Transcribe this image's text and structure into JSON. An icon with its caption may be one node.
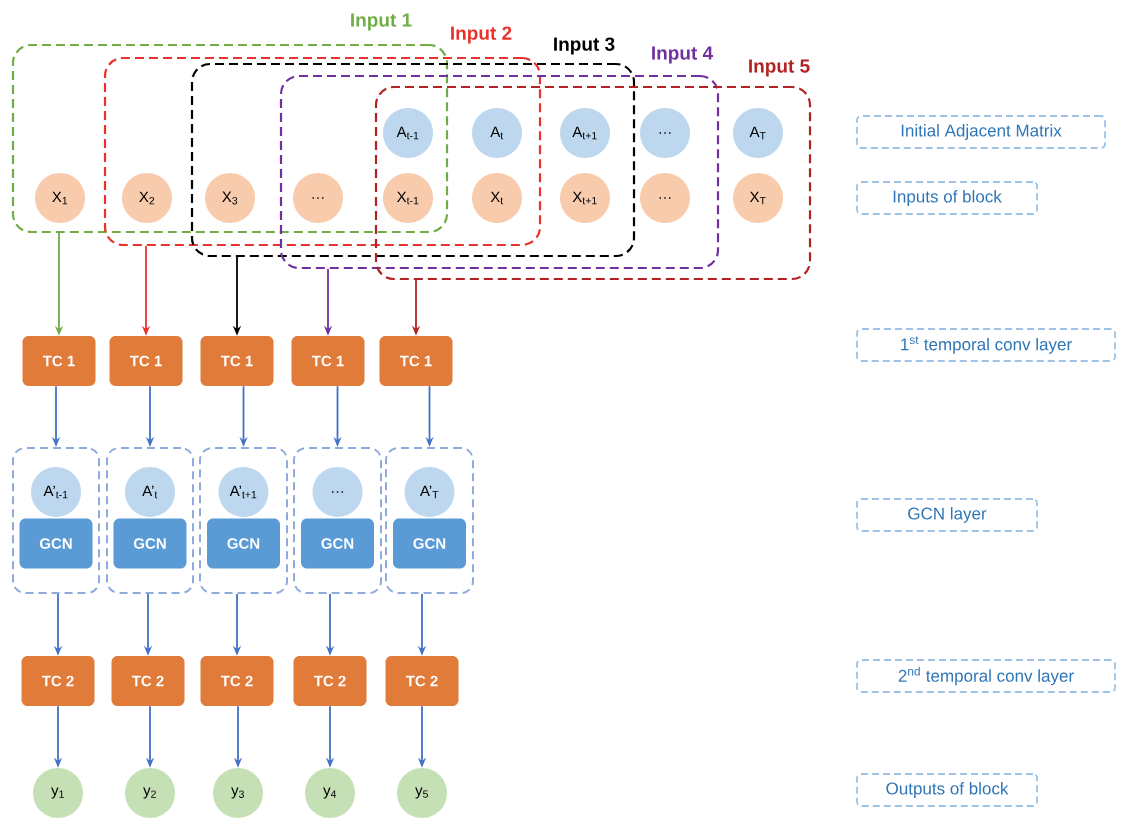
{
  "diagram": {
    "nodes": [
      {
        "text": [
          "Input 1"
        ]
      },
      {
        "text": [
          "Input 2"
        ]
      },
      {
        "text": [
          "Input 3"
        ]
      },
      {
        "text": [
          "Input 4"
        ]
      },
      {
        "text": [
          "Input 5"
        ]
      },
      {
        "text": [
          "A$_{t-1}$"
        ]
      },
      {
        "text": [
          "A$_{t}$"
        ]
      },
      {
        "text": [
          "A$_{t+1}$"
        ]
      },
      {
        "text": [
          "…"
        ]
      },
      {
        "text": [
          "A$_{T}$"
        ],
        "in": 4
      },
      {
        "text": [
          "X$_{1}$"
        ],
        "in": 0
      },
      {
        "text": [
          "X$_{2}$"
        ]
      },
      {
        "text": [
          "X$_{3}$"
        ]
      },
      {
        "text": [
          "…"
        ]
      },
      {
        "text": [
          "X$_{t-1}$"
        ]
      },
      {
        "text": [
          "X$_{t}$"
        ]
      },
      {
        "text": [
          "X$_{t+1}$"
        ]
      },
      {
        "text": [
          "…"
        ]
      },
      {
        "text": [
          "X$_{T}$"
        ],
        "in": 4
      },
      {
        "text": [
          "TC 1"
        ]
      },
      {
        "text": [
          "TC 1"
        ]
      },
      {
        "text": [
          "TC 1"
        ]
      },
      {
        "text": [
          "TC 1"
        ]
      },
      {
        "text": [
          "TC 1"
        ]
      },
      {
        "text": [],
        "shape": "box"
      },
      {
        "text": [
          "A’$_{t-1}$"
        ],
        "in": 24
      },
      {
        "text": [
          "GCN"
        ],
        "in": 24
      },
      {
        "text": [],
        "shape": "box"
      },
      {
        "text": [
          "A’$_{t}$"
        ],
        "in": 27
      },
      {
        "text": [
          "GCN"
        ],
        "in": 27
      },
      {
        "text": [],
        "shape": "box"
      },
      {
        "text": [
          "A’$_{t+1}$"
        ],
        "in": 30
      },
      {
        "text": [
          "GCN"
        ],
        "in": 30
      },
      {
        "text": [],
        "shape": "box"
      },
      {
        "text": [
          "…"
        ],
        "in": 33
      },
      {
        "text": [
          "GCN"
        ],
        "in": 33
      },
      {
        "text": [],
        "shape": "box"
      },
      {
        "text": [
          "A’$_{T}$"
        ],
        "in": 36
      },
      {
        "text": [
          "GCN"
        ],
        "in": 36
      },
      {
        "text": [
          "TC 2"
        ]
      },
      {
        "text": [
          "TC 2"
        ]
      },
      {
        "text": [
          "TC 2"
        ]
      },
      {
        "text": [
          "TC 2"
        ]
      },
      {
        "text": [
          "TC 2"
        ]
      },
      {
        "text": [
          "y$_{1}$"
        ]
      },
      {
        "text": [
          "y$_{2}$"
        ]
      },
      {
        "text": [
          "y$_{3}$"
        ]
      },
      {
        "text": [
          "y$_{4}$"
        ]
      },
      {
        "text": [
          "y$_{5}$"
        ]
      },
      {
        "text": [
          "Initial Adjacent Matrix"
        ]
      },
      {
        "text": [
          "Inputs of block"
        ]
      },
      {
        "text": [
          "1$^{st}$ temporal conv layer"
        ]
      },
      {
        "text": [
          "GCN layer"
        ]
      },
      {
        "text": [
          "2$^{nd}$ temporal conv layer"
        ]
      },
      {
        "text": [
          "Outputs of block"
        ]
      }
    ],
    "edges": [
      {
        "from": 0,
        "to": 19,
        "arrow": "to",
        "color": "#70ad47"
      },
      {
        "from": 1,
        "to": 20,
        "arrow": "to",
        "color": "#e8322b"
      },
      {
        "from": 2,
        "to": 21,
        "arrow": "to",
        "color": "#000000"
      },
      {
        "from": 3,
        "to": 22,
        "arrow": "to",
        "color": "#7030a0"
      },
      {
        "from": 4,
        "to": 23,
        "arrow": "to",
        "color": "#b22222"
      },
      {
        "from": 19,
        "to": 24,
        "arrow": "to"
      },
      {
        "from": 20,
        "to": 27,
        "arrow": "to"
      },
      {
        "from": 21,
        "to": 30,
        "arrow": "to"
      },
      {
        "from": 22,
        "to": 33,
        "arrow": "to"
      },
      {
        "from": 23,
        "to": 36,
        "arrow": "to"
      },
      {
        "from": 24,
        "to": 39,
        "arrow": "to"
      },
      {
        "from": 27,
        "to": 40,
        "arrow": "to"
      },
      {
        "from": 30,
        "to": 41,
        "arrow": "to"
      },
      {
        "from": 33,
        "to": 42,
        "arrow": "to"
      },
      {
        "from": 36,
        "to": 43,
        "arrow": "to"
      },
      {
        "from": 39,
        "to": 44,
        "arrow": "to"
      },
      {
        "from": 40,
        "to": 45,
        "arrow": "to"
      },
      {
        "from": 41,
        "to": 46,
        "arrow": "to"
      },
      {
        "from": 42,
        "to": 47,
        "arrow": "to"
      },
      {
        "from": 43,
        "to": 48,
        "arrow": "to"
      }
    ]
  }
}
